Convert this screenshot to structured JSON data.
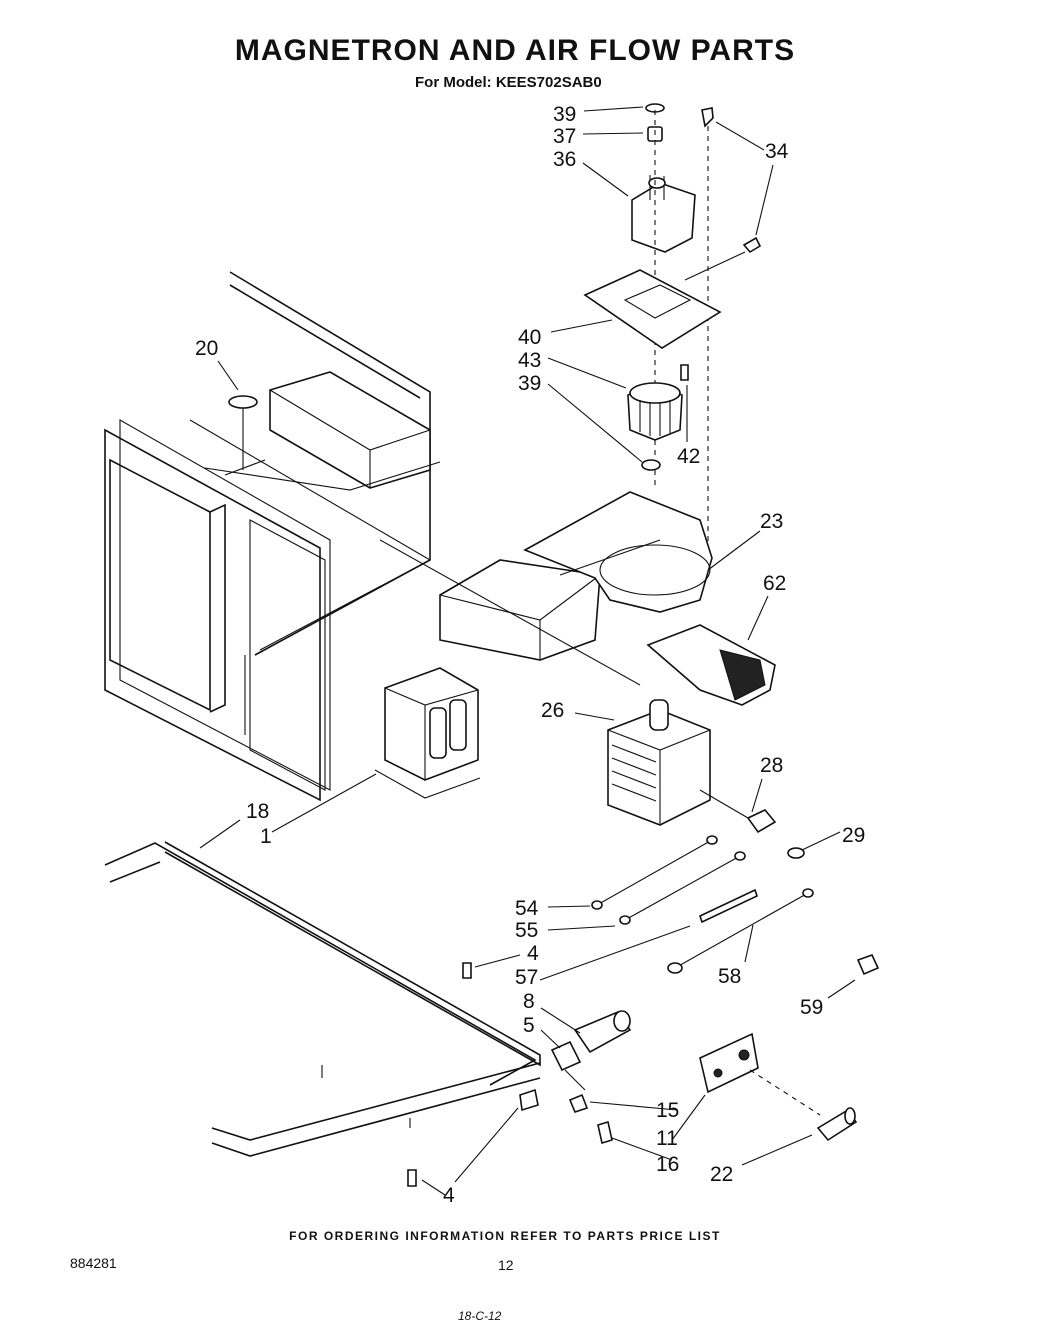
{
  "header": {
    "title": "MAGNETRON AND AIR FLOW PARTS",
    "subtitle": "For Model: KEES702SAB0"
  },
  "callouts": [
    "39",
    "37",
    "36",
    "34",
    "40",
    "43",
    "39",
    "42",
    "20",
    "23",
    "62",
    "26",
    "28",
    "29",
    "18",
    "1",
    "54",
    "55",
    "4",
    "57",
    "58",
    "59",
    "8",
    "5",
    "15",
    "11",
    "16",
    "22",
    "4"
  ],
  "footer": {
    "ordering_note": "FOR ORDERING INFORMATION REFER TO PARTS PRICE LIST",
    "document_number": "884281",
    "page_number": "12",
    "handwritten_note": "18-C-12"
  }
}
